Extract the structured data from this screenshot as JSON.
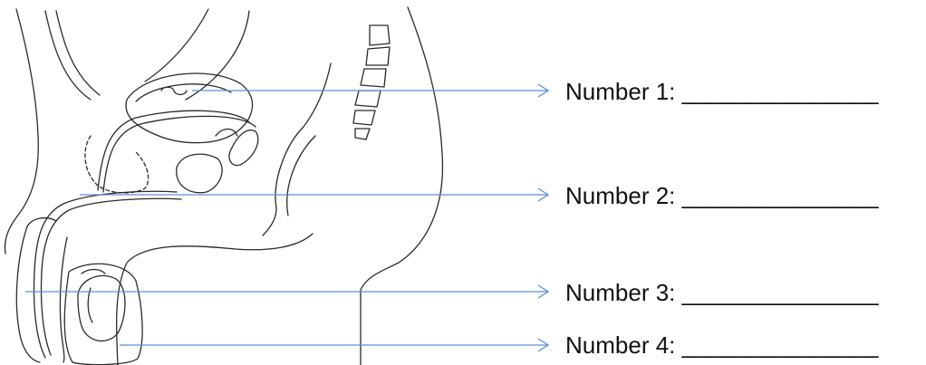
{
  "labels": [
    {
      "text": "Number 1: _______________"
    },
    {
      "text": "Number 2: _______________"
    },
    {
      "text": "Number 3: _______________"
    },
    {
      "text": "Number 4: _______________"
    }
  ],
  "colors": {
    "outline": "#2a2a2a",
    "leader_line": "#5b8fd6",
    "text": "#111111"
  },
  "icons": [
    "anatomy-illustration",
    "arrow-head-icon"
  ]
}
